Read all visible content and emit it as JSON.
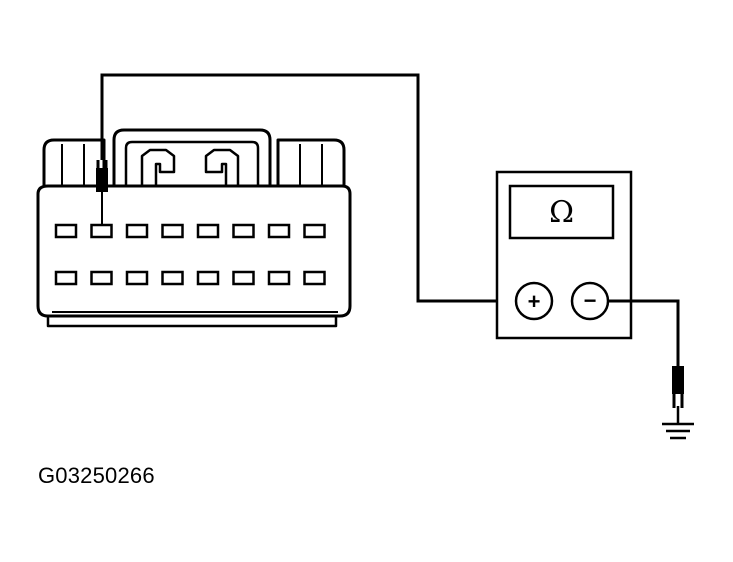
{
  "figure_id": "G03250266",
  "meter": {
    "display_symbol": "Ω",
    "positive_terminal": "+",
    "negative_terminal": "−"
  },
  "connector": {
    "pin_rows": 2,
    "pins_per_row": 8
  }
}
